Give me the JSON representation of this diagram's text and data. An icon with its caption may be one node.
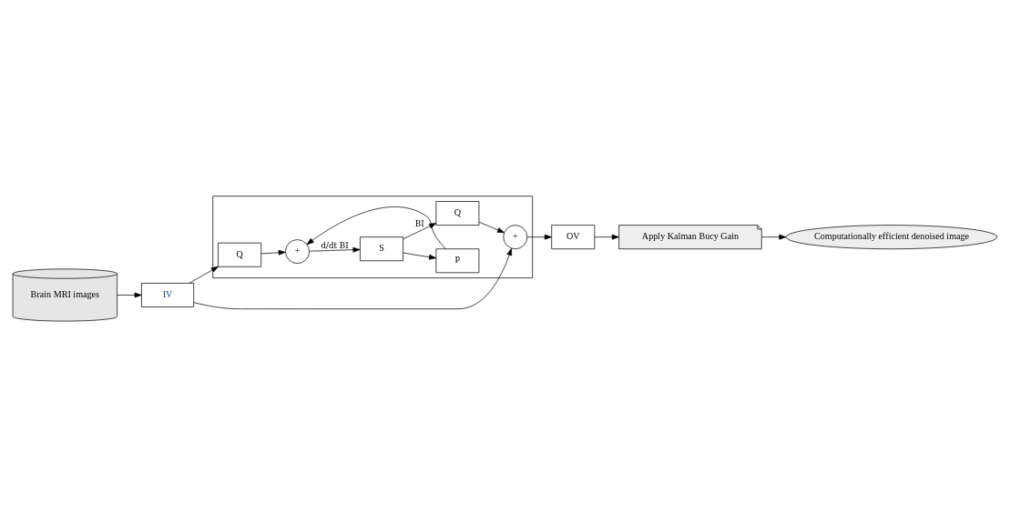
{
  "diagram": {
    "nodes": [
      {
        "text": [
          "Brain MRI images"
        ]
      },
      {
        "text": [
          "IV"
        ]
      },
      {
        "text": [],
        "shape": "box"
      },
      {
        "text": [
          "Q"
        ],
        "in": 2
      },
      {
        "text": [
          "+"
        ],
        "in": 2
      },
      {
        "text": [
          "S"
        ],
        "in": 2
      },
      {
        "text": [
          "P"
        ],
        "in": 2
      },
      {
        "text": [
          "Q"
        ],
        "in": 2
      },
      {
        "text": [
          "+"
        ],
        "in": 2
      },
      {
        "text": [
          "OV"
        ]
      },
      {
        "text": [
          "Apply Kalman Bucy Gain"
        ]
      },
      {
        "text": [
          "Computationally efficient denoised image"
        ]
      }
    ],
    "edges": [
      {
        "from": 0,
        "to": 1,
        "arrow": "to"
      },
      {
        "from": 1,
        "to": 3,
        "arrow": "to"
      },
      {
        "from": 1,
        "to": 8,
        "arrow": "to"
      },
      {
        "from": 3,
        "to": 4,
        "arrow": "to"
      },
      {
        "from": 4,
        "to": 5,
        "arrow": "to",
        "label": "d/dt BI"
      },
      {
        "from": 5,
        "to": 7,
        "arrow": "to",
        "label": "BI"
      },
      {
        "from": 5,
        "to": 6,
        "arrow": "to"
      },
      {
        "from": 6,
        "to": 4,
        "arrow": "to"
      },
      {
        "from": 7,
        "to": 8,
        "arrow": "to"
      },
      {
        "from": 8,
        "to": 9,
        "arrow": "to"
      },
      {
        "from": 9,
        "to": 10,
        "arrow": "to"
      },
      {
        "from": 10,
        "to": 11,
        "arrow": "to"
      }
    ]
  }
}
